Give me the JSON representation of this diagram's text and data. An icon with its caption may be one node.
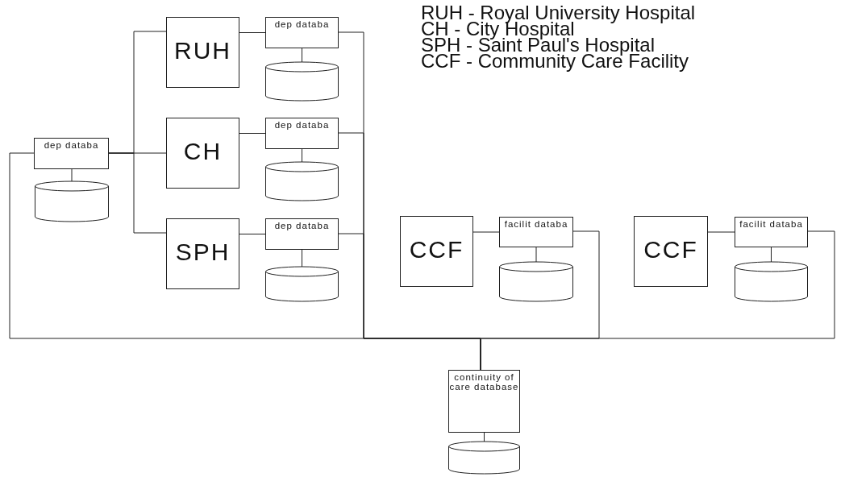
{
  "diagram": {
    "nodes": [
      {
        "text": [
          "dep databa"
        ]
      },
      {
        "text": [],
        "shape": "cylinder"
      },
      {
        "text": [
          "RUH"
        ]
      },
      {
        "text": [
          "dep databa"
        ]
      },
      {
        "text": [],
        "shape": "cylinder"
      },
      {
        "text": [
          "CH"
        ]
      },
      {
        "text": [
          "dep databa"
        ]
      },
      {
        "text": [],
        "shape": "cylinder"
      },
      {
        "text": [
          "SPH"
        ]
      },
      {
        "text": [
          "dep databa"
        ]
      },
      {
        "text": [],
        "shape": "cylinder"
      },
      {
        "text": [
          "CCF"
        ]
      },
      {
        "text": [
          "facilit databa"
        ]
      },
      {
        "text": [],
        "shape": "cylinder"
      },
      {
        "text": [
          "CCF"
        ]
      },
      {
        "text": [
          "facilit databa"
        ]
      },
      {
        "text": [],
        "shape": "cylinder"
      },
      {
        "text": [
          "continuity of care database"
        ]
      },
      {
        "text": [],
        "shape": "cylinder"
      }
    ],
    "edges": [
      {
        "from": 0,
        "to": 1,
        "arrow": "none"
      },
      {
        "from": 0,
        "to": 2,
        "arrow": "none"
      },
      {
        "from": 0,
        "to": 5,
        "arrow": "none"
      },
      {
        "from": 0,
        "to": 8,
        "arrow": "none"
      },
      {
        "from": 2,
        "to": 3,
        "arrow": "none"
      },
      {
        "from": 3,
        "to": 4,
        "arrow": "none"
      },
      {
        "from": 5,
        "to": 6,
        "arrow": "none"
      },
      {
        "from": 6,
        "to": 7,
        "arrow": "none"
      },
      {
        "from": 8,
        "to": 9,
        "arrow": "none"
      },
      {
        "from": 9,
        "to": 10,
        "arrow": "none"
      },
      {
        "from": 11,
        "to": 12,
        "arrow": "none"
      },
      {
        "from": 12,
        "to": 13,
        "arrow": "none"
      },
      {
        "from": 14,
        "to": 15,
        "arrow": "none"
      },
      {
        "from": 15,
        "to": 16,
        "arrow": "none"
      },
      {
        "from": 17,
        "to": 18,
        "arrow": "none"
      },
      {
        "from": 0,
        "to": 17,
        "arrow": "none"
      },
      {
        "from": 3,
        "to": 17,
        "arrow": "none"
      },
      {
        "from": 6,
        "to": 17,
        "arrow": "none"
      },
      {
        "from": 9,
        "to": 17,
        "arrow": "none"
      },
      {
        "from": 12,
        "to": 17,
        "arrow": "none"
      },
      {
        "from": 15,
        "to": 17,
        "arrow": "none"
      }
    ],
    "labels": [
      "RUH - Royal University Hospital",
      "CH - City Hospital",
      "SPH - Saint Paul's Hospital",
      "CCF - Community Care Facility"
    ]
  }
}
